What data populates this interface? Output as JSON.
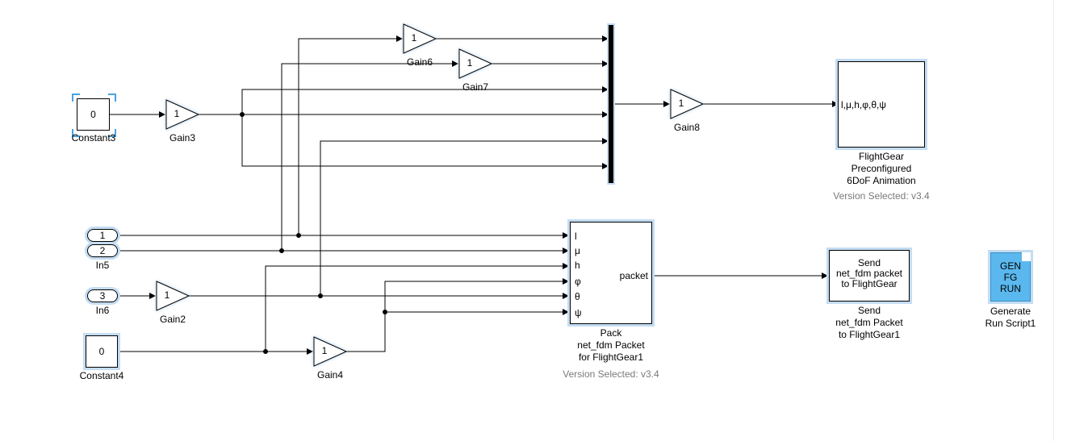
{
  "blocks": {
    "constant3": {
      "value": "0",
      "label": "Constant3"
    },
    "constant4": {
      "value": "0",
      "label": "Constant4"
    },
    "gain2": {
      "value": "1",
      "label": "Gain2"
    },
    "gain3": {
      "value": "1",
      "label": "Gain3"
    },
    "gain4": {
      "value": "1",
      "label": "Gain4"
    },
    "gain6": {
      "value": "1",
      "label": "Gain6"
    },
    "gain7": {
      "value": "1",
      "label": "Gain7"
    },
    "gain8": {
      "value": "1",
      "label": "Gain8"
    },
    "in5": {
      "ports": [
        "1",
        "2"
      ],
      "label": "In5"
    },
    "in6": {
      "port": "3",
      "label": "In6"
    },
    "pack": {
      "inputs": [
        "l",
        "μ",
        "h",
        "φ",
        "θ",
        "ψ"
      ],
      "output": "packet",
      "label": "Pack\nnet_fdm Packet\nfor FlightGear1",
      "version": "Version Selected: v3.4"
    },
    "flightgear": {
      "input": "l,μ,h,φ,θ,ψ",
      "icon": "camera-icon",
      "label": "FlightGear\nPreconfigured\n6DoF Animation",
      "version": "Version Selected: v3.4"
    },
    "send": {
      "text": "Send\nnet_fdm packet\nto FlightGear",
      "label": "Send\nnet_fdm Packet\nto FlightGear1"
    },
    "generate": {
      "text": "GEN\nFG\nRUN",
      "label": "Generate\nRun Script1"
    }
  },
  "colors": {
    "selection": "#c4dcf2",
    "line": "#000000",
    "gen_fill": "#5ab8ee",
    "version_text": "#7a7a7a"
  }
}
